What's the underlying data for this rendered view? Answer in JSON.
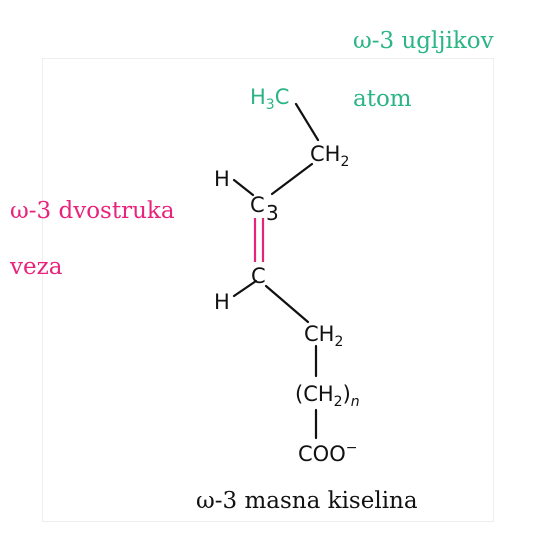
{
  "labels": {
    "omega_carbon_line1": "ω-3 ugljikov",
    "omega_carbon_line2": "atom",
    "double_bond_line1": "ω-3 dvostruka",
    "double_bond_line2": "veza",
    "caption": "ω-3 masna kiselina"
  },
  "molecule": {
    "methyl_main": "H",
    "methyl_sub": "3",
    "methyl_tail": "C",
    "ch2_top_main": "CH",
    "ch2_top_sub": "2",
    "h_upper": "H",
    "c3_main": "C",
    "c3_number": "3",
    "c_lower": "C",
    "h_lower": "H",
    "ch2_mid_main": "CH",
    "ch2_mid_sub": "2",
    "chain_open": "(CH",
    "chain_sub": "2",
    "chain_close": ")",
    "chain_n": "n",
    "carboxylate_main": "COO",
    "carboxylate_charge": "−"
  },
  "colors": {
    "omega_carbon": "#2bb585",
    "double_bond": "#e8237c",
    "structure": "#111111"
  }
}
